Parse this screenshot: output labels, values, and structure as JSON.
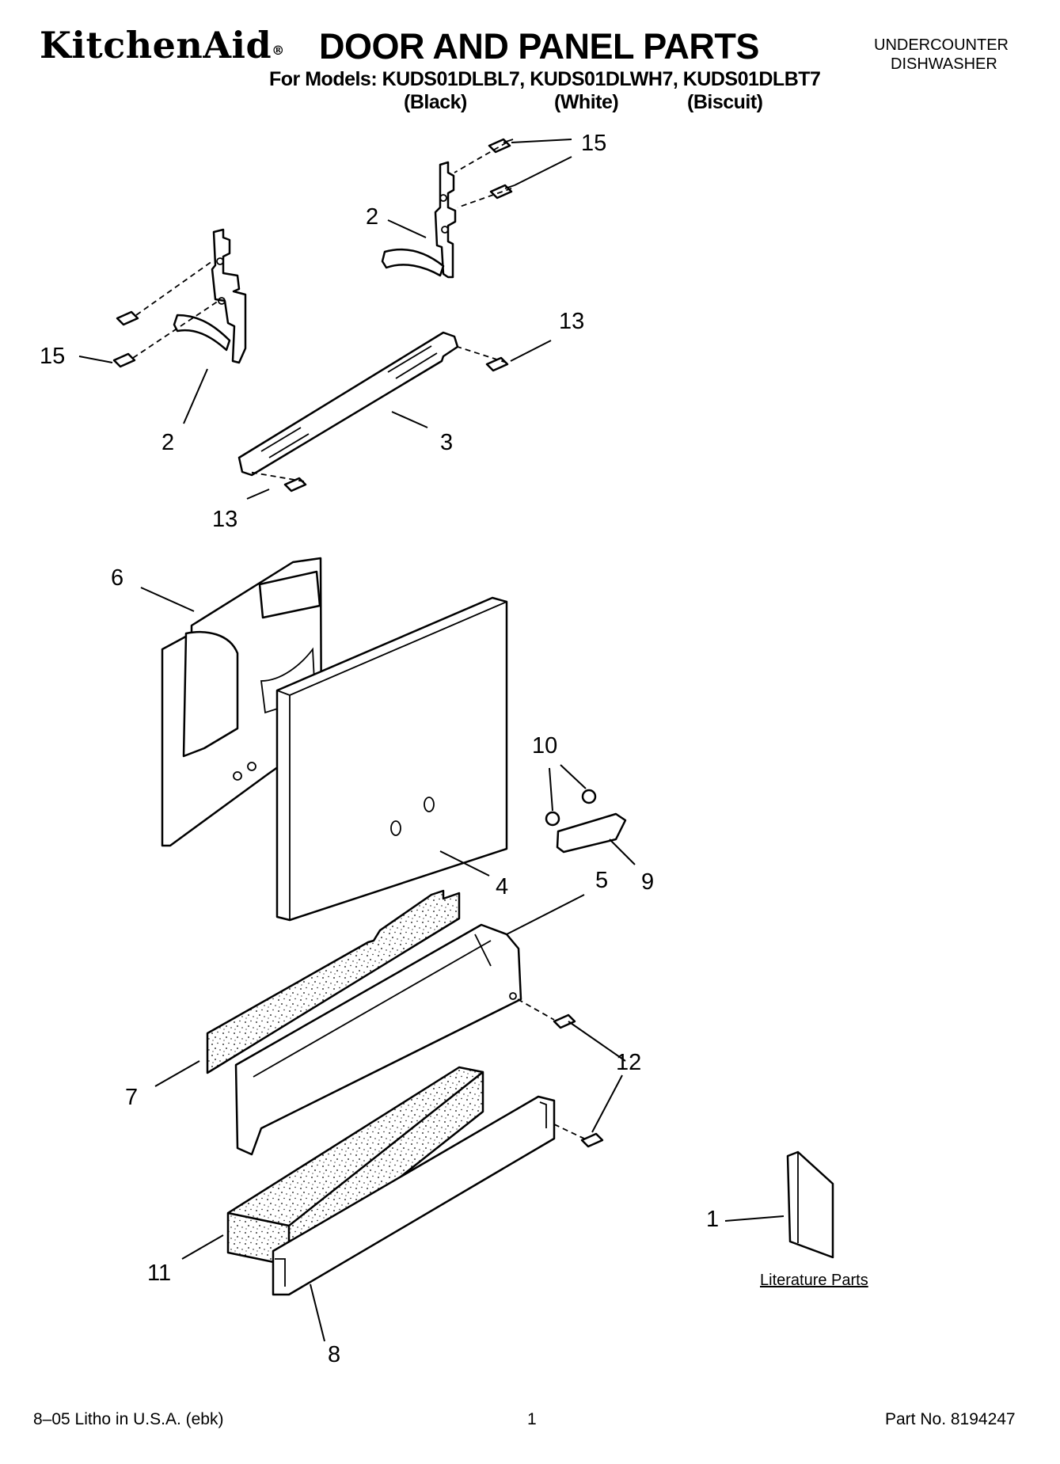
{
  "header": {
    "brand": "KitchenAid",
    "brand_mark": "®",
    "title": "DOOR AND PANEL PARTS",
    "models_line": "For Models: KUDS01DLBL7, KUDS01DLWH7, KUDS01DLBT7",
    "variants": [
      "(Black)",
      "(White)",
      "(Biscuit)"
    ],
    "category_line1": "UNDERCOUNTER",
    "category_line2": "DISHWASHER"
  },
  "callouts": [
    "15",
    "2",
    "13",
    "15",
    "2",
    "3",
    "13",
    "6",
    "10",
    "4",
    "5",
    "9",
    "12",
    "7",
    "1",
    "11",
    "8"
  ],
  "literature_label": "Literature Parts",
  "footer": {
    "left": "8–05 Litho in U.S.A. (ebk)",
    "page": "1",
    "right": "Part No. 8194247"
  }
}
